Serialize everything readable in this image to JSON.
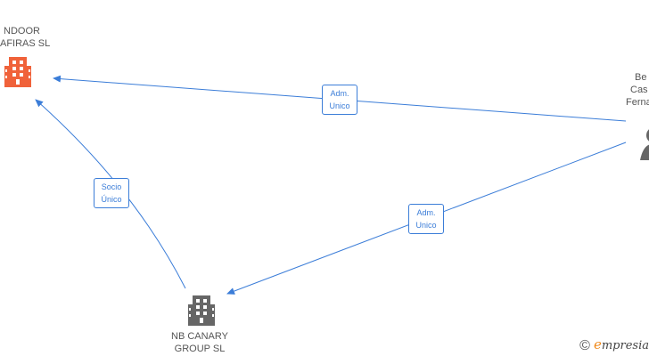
{
  "nodes": {
    "indoor": {
      "line1": "NDOOR",
      "line2": "AFIRAS  SL",
      "color": "#f0623a",
      "icon": "building-icon"
    },
    "nb_canary": {
      "line1": "NB CANARY",
      "line2": "GROUP  SL",
      "color": "#666666",
      "icon": "building-icon"
    },
    "person": {
      "line1": "Be",
      "line2": "Cas",
      "line3": "Ferna",
      "color": "#666666",
      "icon": "person-icon"
    }
  },
  "edges": {
    "person_to_indoor": {
      "line1": "Adm.",
      "line2": "Unico"
    },
    "person_to_nb": {
      "line1": "Adm.",
      "line2": "Unico"
    },
    "nb_to_indoor": {
      "line1": "Socio",
      "line2": "Único"
    }
  },
  "edge_color": "#3b7dd8",
  "brand": {
    "copyright": "©",
    "e": "e",
    "rest": "mpresia"
  }
}
